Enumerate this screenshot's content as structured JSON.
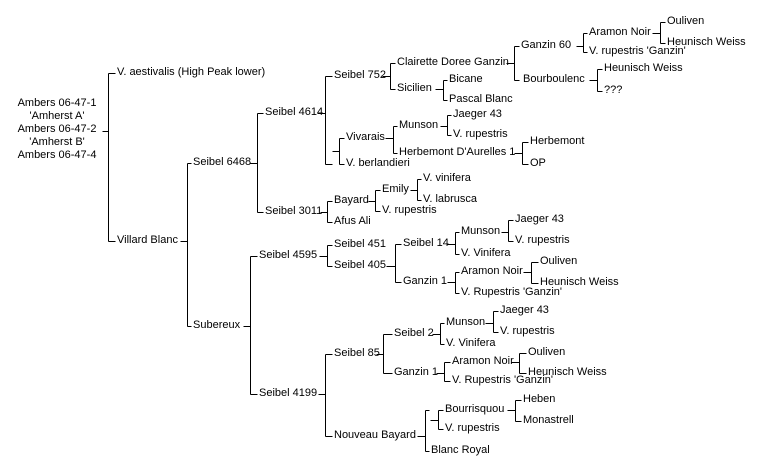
{
  "root": [
    "Ambers 06-47-1",
    "'Amherst A'",
    "Ambers 06-47-2",
    "'Amherst B'",
    "Ambers 06-47-4"
  ],
  "nodes": {
    "v_aestivalis": "V. aestivalis (High Peak lower)",
    "villard_blanc": "Villard Blanc",
    "seibel_6468": "Seibel 6468",
    "subereux": "Subereux",
    "seibel_4614": "Seibel 4614",
    "seibel_3011": "Seibel 3011",
    "seibel_752": "Seibel 752",
    "vivarais": "Vivarais",
    "v_berlandieri": "V. berlandieri",
    "clairette_doree_ganzin": "Clairette Doree Ganzin",
    "sicilien": "Sicilien",
    "ganzin_60": "Ganzin 60",
    "bourboulenc": "Bourboulenc",
    "aramon_noir_1": "Aramon Noir",
    "v_rupestris_ganzin_1": "V. rupestris 'Ganzin'",
    "ouliven_1": "Ouliven",
    "heunisch_weiss_1": "Heunisch Weiss",
    "heunisch_weiss_2": "Heunisch Weiss",
    "unknown": "???",
    "bicane": "Bicane",
    "pascal_blanc": "Pascal Blanc",
    "munson_1": "Munson",
    "herbemont_daurelles_1": "Herbemont D'Aurelles 1",
    "jaeger_43_1": "Jaeger 43",
    "v_rupestris_1": "V. rupestris",
    "herbemont": "Herbemont",
    "op": "OP",
    "bayard": "Bayard",
    "afus_ali": "Afus Ali",
    "emily": "Emily",
    "v_rupestris_2": "V. rupestris",
    "v_vinifera_1": "V. vinifera",
    "v_labrusca": "V. labrusca",
    "seibel_4595": "Seibel 4595",
    "seibel_4199": "Seibel 4199",
    "seibel_451": "Seibel 451",
    "seibel_405": "Seibel 405",
    "seibel_14": "Seibel 14",
    "ganzin_1_a": "Ganzin 1",
    "munson_2": "Munson",
    "v_vinifera_2": "V. Vinifera",
    "jaeger_43_2": "Jaeger 43",
    "v_rupestris_3": "V. rupestris",
    "aramon_noir_2": "Aramon Noir",
    "v_rupestris_ganzin_2": "V. Rupestris 'Ganzin'",
    "ouliven_2": "Ouliven",
    "heunisch_weiss_3": "Heunisch Weiss",
    "seibel_85": "Seibel 85",
    "nouveau_bayard": "Nouveau Bayard",
    "seibel_2": "Seibel 2",
    "ganzin_1_b": "Ganzin 1",
    "munson_3": "Munson",
    "v_vinifera_3": "V. Vinifera",
    "jaeger_43_3": "Jaeger 43",
    "v_rupestris_4": "V. rupestris",
    "aramon_noir_3": "Aramon Noir",
    "v_rupestris_ganzin_3": "V. Rupestris 'Ganzin'",
    "ouliven_3": "Ouliven",
    "heunisch_weiss_4": "Heunisch Weiss",
    "bourrisquou": "Bourrisquou",
    "v_rupestris_5": "V. rupestris",
    "blanc_royal": "Blanc Royal",
    "heben": "Heben",
    "monastrell": "Monastrell"
  }
}
